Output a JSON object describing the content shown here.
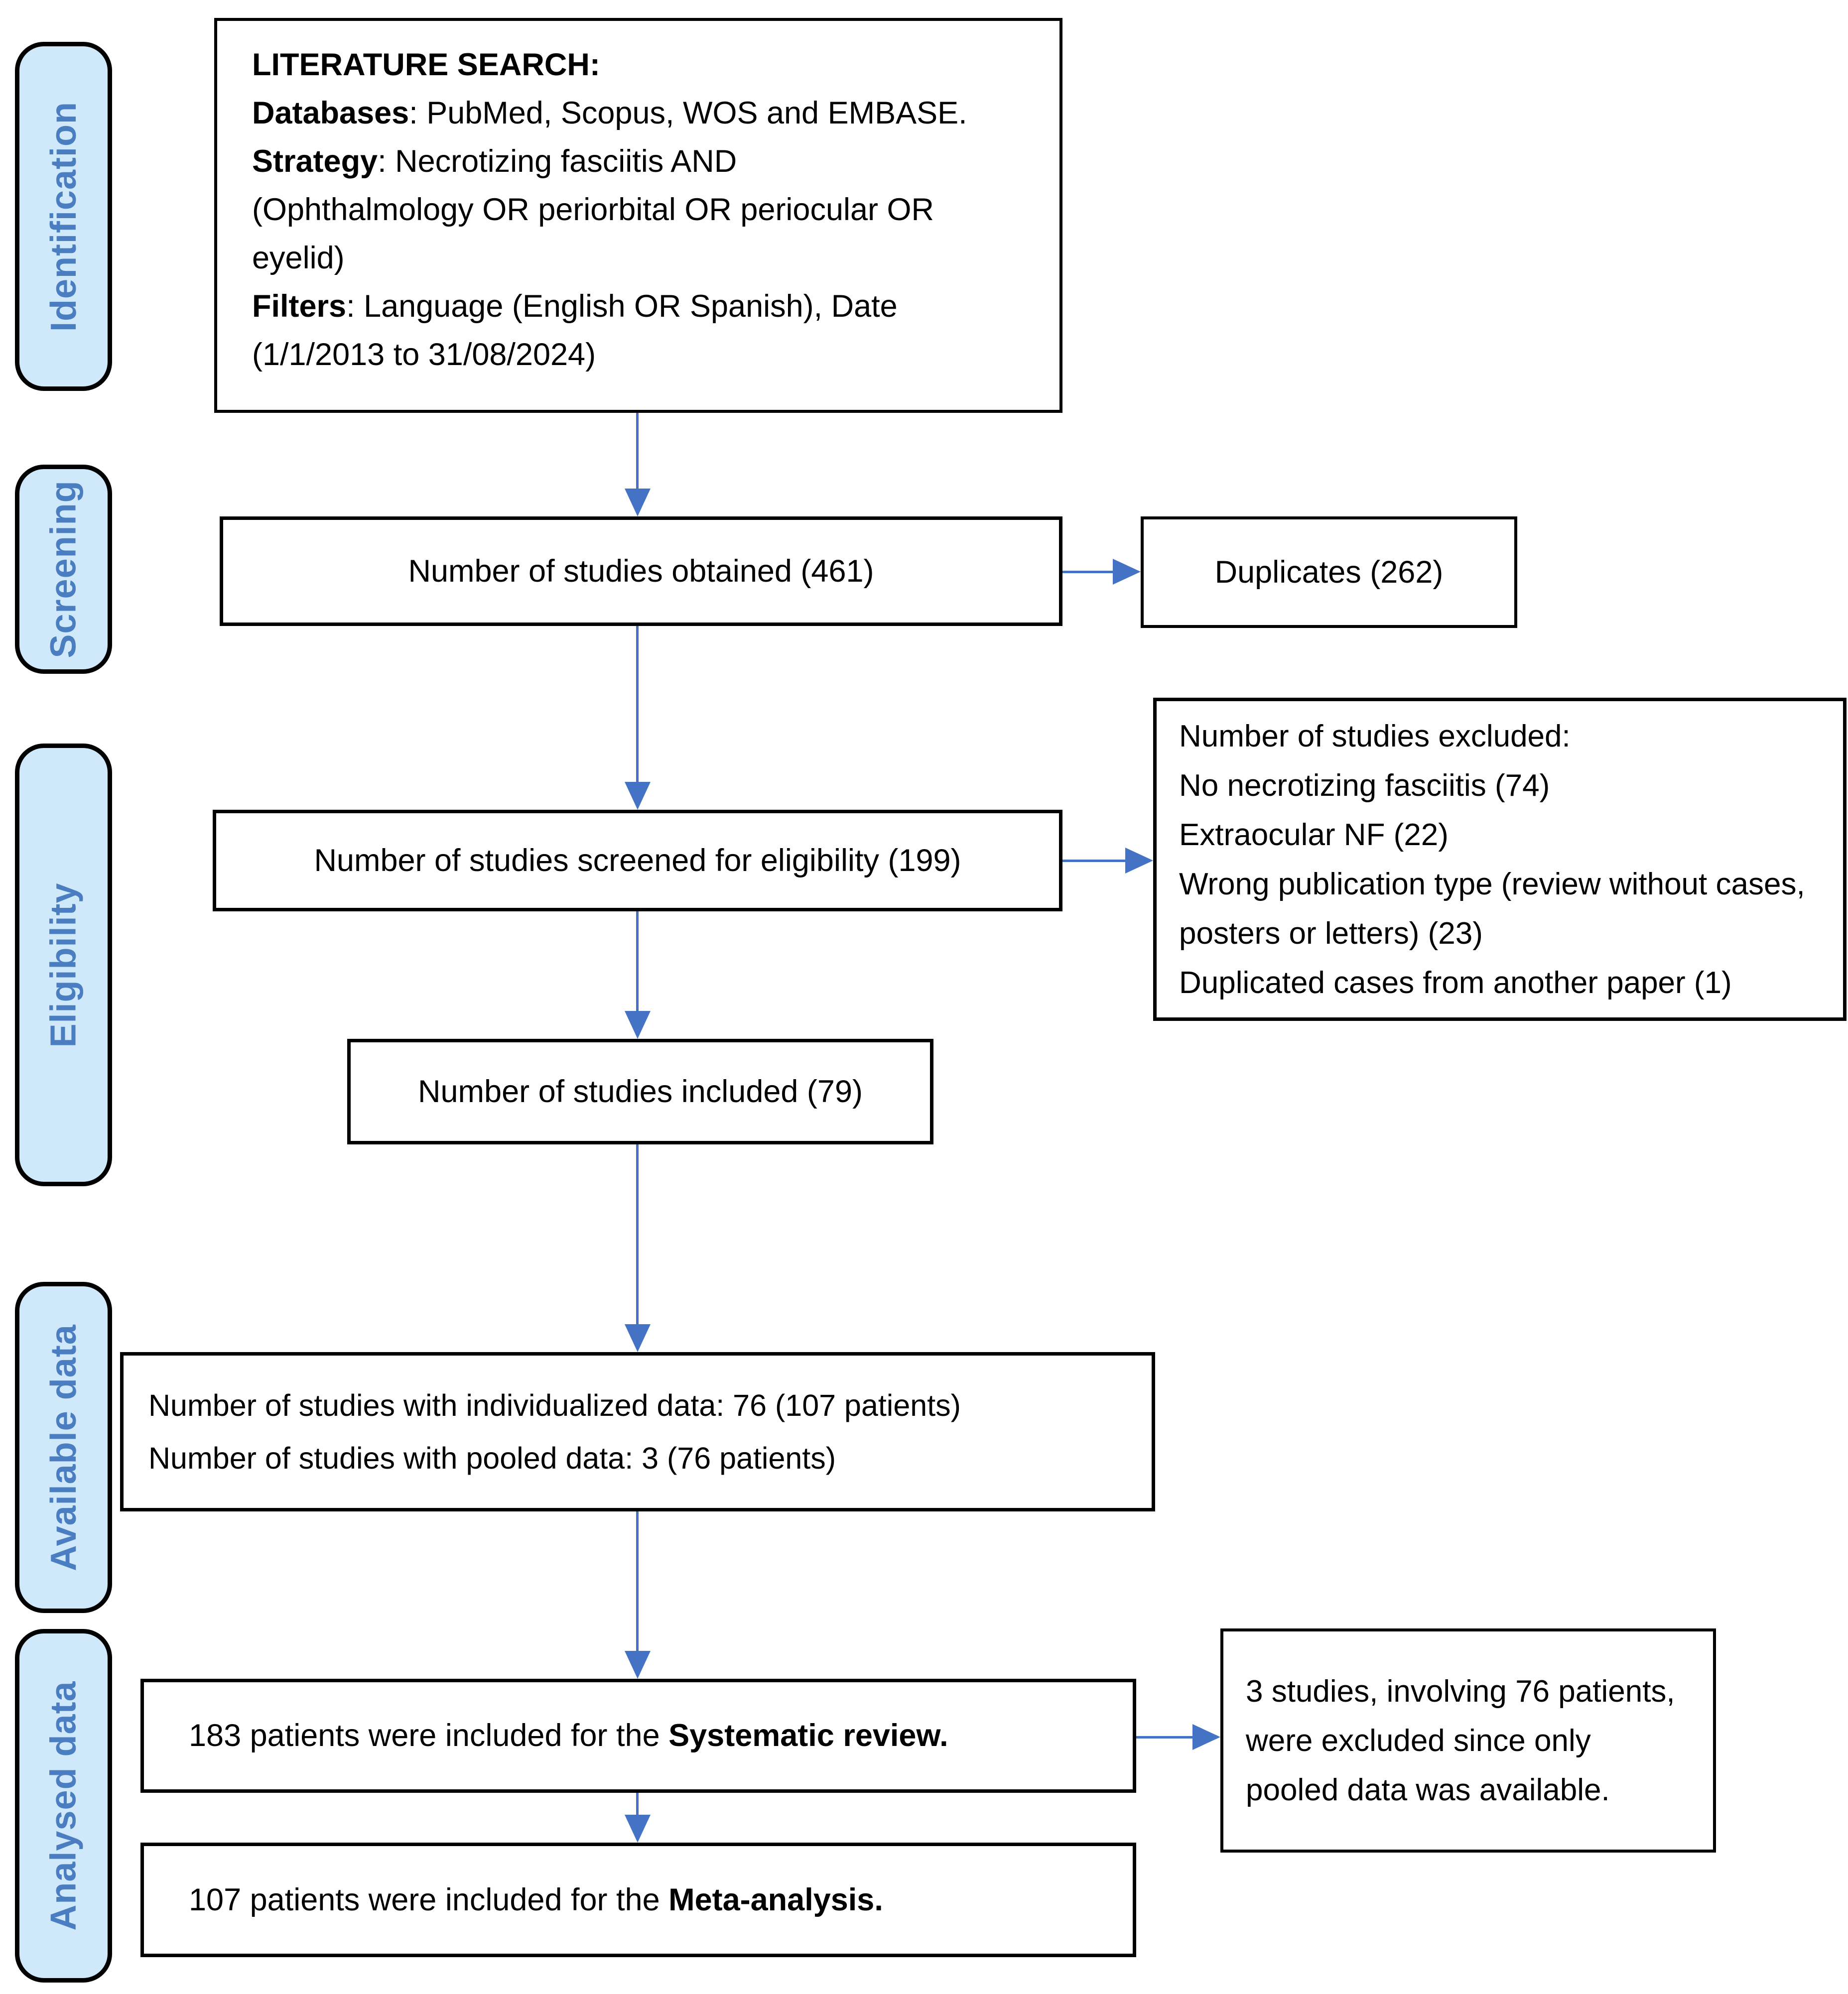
{
  "colors": {
    "accent": "#4472c4",
    "tab_fill": "#cfe8fa",
    "tab_text": "#4a7ec1",
    "box_border": "#000000"
  },
  "stages": [
    {
      "label": "Identification"
    },
    {
      "label": "Screening"
    },
    {
      "label": "Eligibility"
    },
    {
      "label": "Available data"
    },
    {
      "label": "Analysed data"
    }
  ],
  "literature_search": {
    "lines": [
      {
        "b": "LITERATURE SEARCH:",
        "t": ""
      },
      {
        "b": "Databases",
        "t": ": PubMed, Scopus, WOS and EMBASE."
      },
      {
        "b": "Strategy",
        "t": ": Necrotizing fasciitis AND"
      },
      {
        "t": "(Ophthalmology OR periorbital OR periocular OR"
      },
      {
        "t": "eyelid)"
      },
      {
        "b": "Filters",
        "t": ": Language (English OR Spanish), Date"
      },
      {
        "t": "(1/1/2013 to 31/08/2024)"
      }
    ]
  },
  "flow": {
    "obtained": "Number of studies obtained (461)",
    "duplicates": "Duplicates (262)",
    "screened": "Number of studies screened for eligibility (199)",
    "excluded_lines": [
      "Number of studies excluded:",
      "No necrotizing fasciitis (74)",
      "Extraocular NF (22)",
      "Wrong publication type (review without cases, posters or letters) (23)",
      "Duplicated cases from another paper (1)"
    ],
    "included": "Number of studies included (79)",
    "available_lines": [
      "Number of studies with individualized data: 76 (107 patients)",
      "Number of studies with pooled data: 3 (76 patients)"
    ],
    "systematic": {
      "t": "183 patients were included for the ",
      "b": "Systematic review."
    },
    "pooled_excluded": "3 studies, involving 76 patients, were excluded since only pooled data was available.",
    "meta": {
      "t": "107 patients were included for the ",
      "b": "Meta-analysis."
    }
  }
}
